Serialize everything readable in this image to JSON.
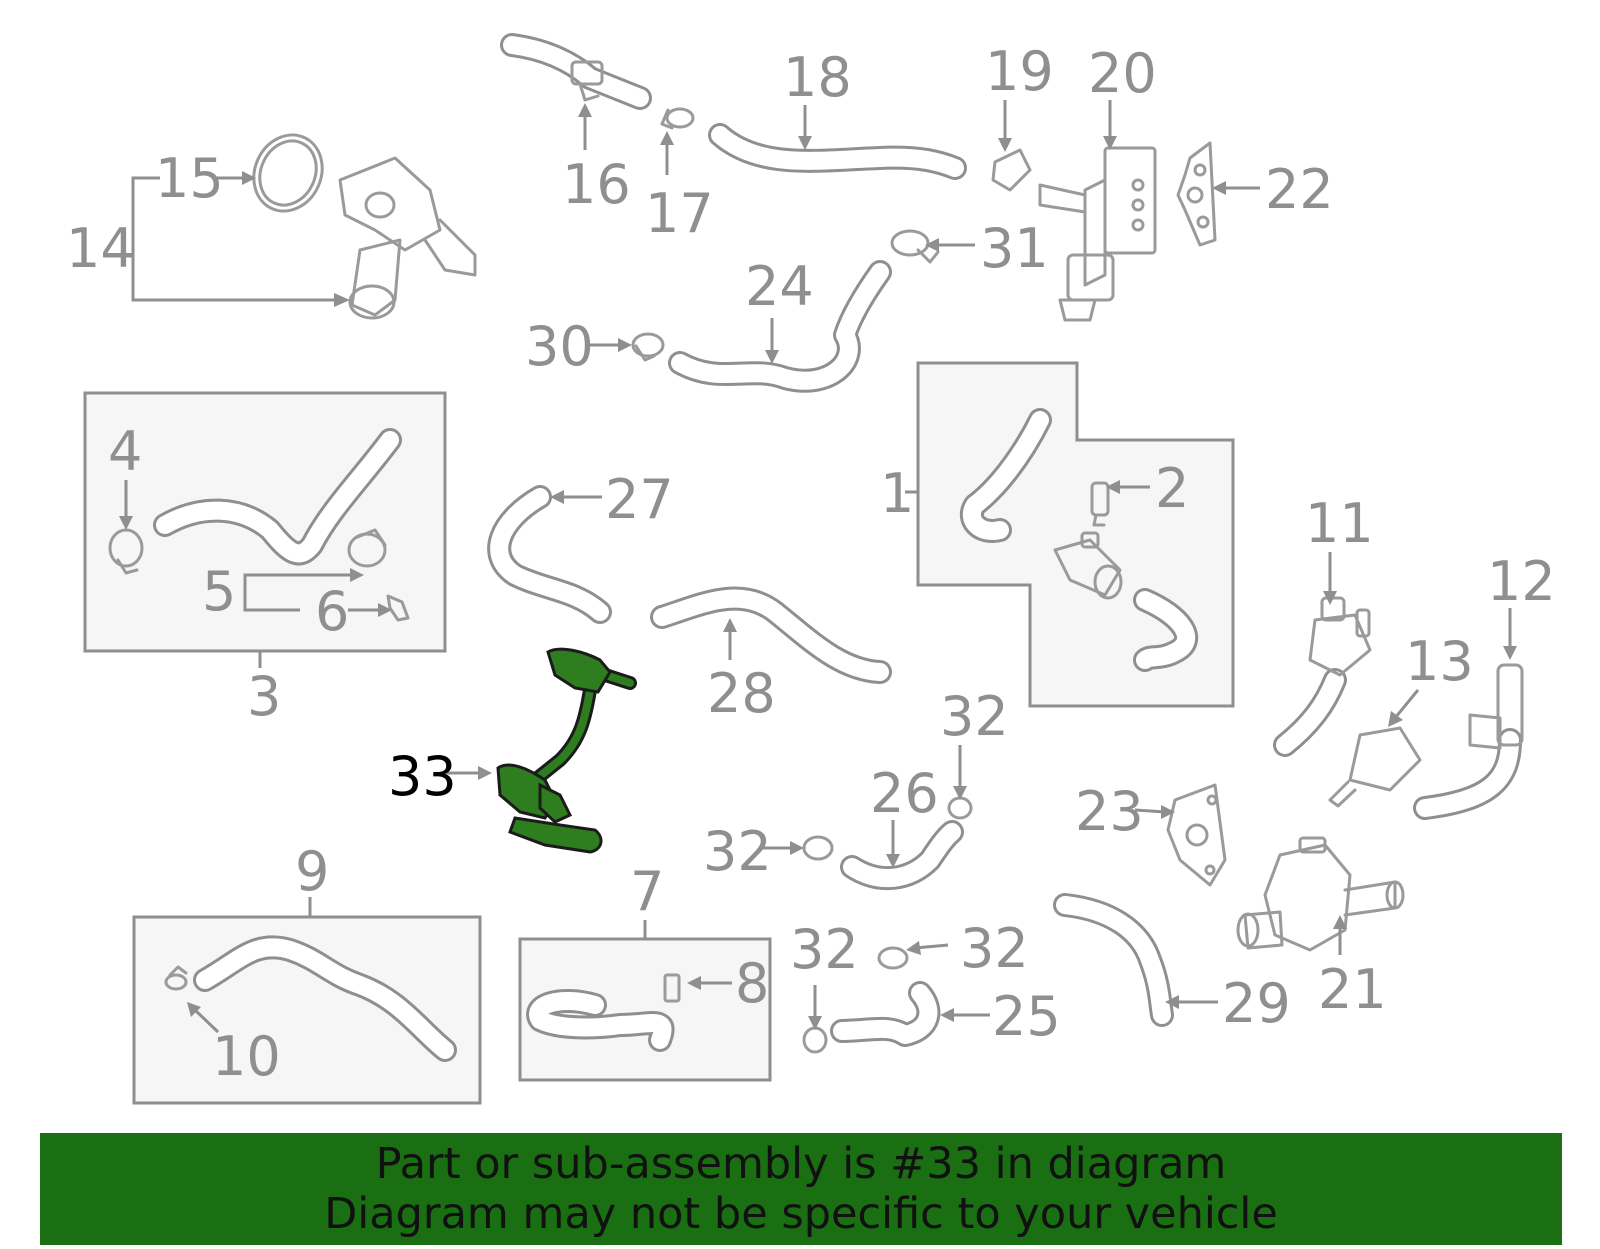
{
  "diagram": {
    "highlighted_part": "33",
    "colors": {
      "line": "#8f8f8f",
      "highlight": "#2e7d1e",
      "banner": "#196f12"
    },
    "labels": {
      "l1": "1",
      "l2": "2",
      "l3": "3",
      "l4": "4",
      "l5": "5",
      "l6": "6",
      "l7": "7",
      "l8": "8",
      "l9": "9",
      "l10": "10",
      "l11": "11",
      "l12": "12",
      "l13": "13",
      "l14": "14",
      "l15": "15",
      "l16": "16",
      "l17": "17",
      "l18": "18",
      "l19": "19",
      "l20": "20",
      "l21": "21",
      "l22": "22",
      "l23": "23",
      "l24": "24",
      "l25": "25",
      "l26": "26",
      "l27": "27",
      "l28": "28",
      "l29": "29",
      "l30": "30",
      "l31": "31",
      "l32a": "32",
      "l32b": "32",
      "l32c": "32",
      "l32d": "32",
      "l33": "33"
    }
  },
  "banner": {
    "line1": "Part or sub-assembly is #33 in diagram",
    "line2": "Diagram may not be specific to your vehicle"
  }
}
